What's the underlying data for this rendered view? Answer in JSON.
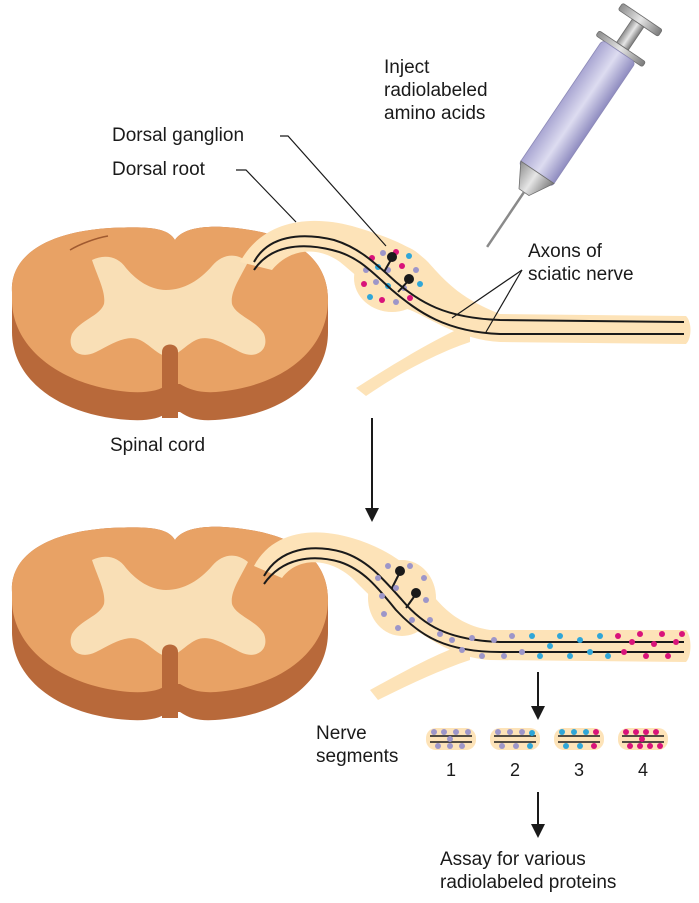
{
  "labels": {
    "inject": [
      "Inject",
      "radiolabeled",
      "amino acids"
    ],
    "dorsal_ganglion": "Dorsal ganglion",
    "dorsal_root": "Dorsal root",
    "axons": [
      "Axons of",
      "sciatic nerve"
    ],
    "spinal_cord": "Spinal cord",
    "nerve_segments": [
      "Nerve",
      "segments"
    ],
    "assay": [
      "Assay for various",
      "radiolabeled proteins"
    ]
  },
  "segments": [
    "1",
    "2",
    "3",
    "4"
  ],
  "colors": {
    "cord_outer": "#e8a265",
    "cord_side": "#b8693a",
    "gray_matter": "#f9dfb6",
    "nerve_sheath": "#fde3b8",
    "lavender": "#9d96c9",
    "cyan": "#2fa6d8",
    "magenta": "#d9137a",
    "axon": "#1a1a1a"
  },
  "icons": [
    "syringe-icon",
    "down-arrow-icon"
  ]
}
